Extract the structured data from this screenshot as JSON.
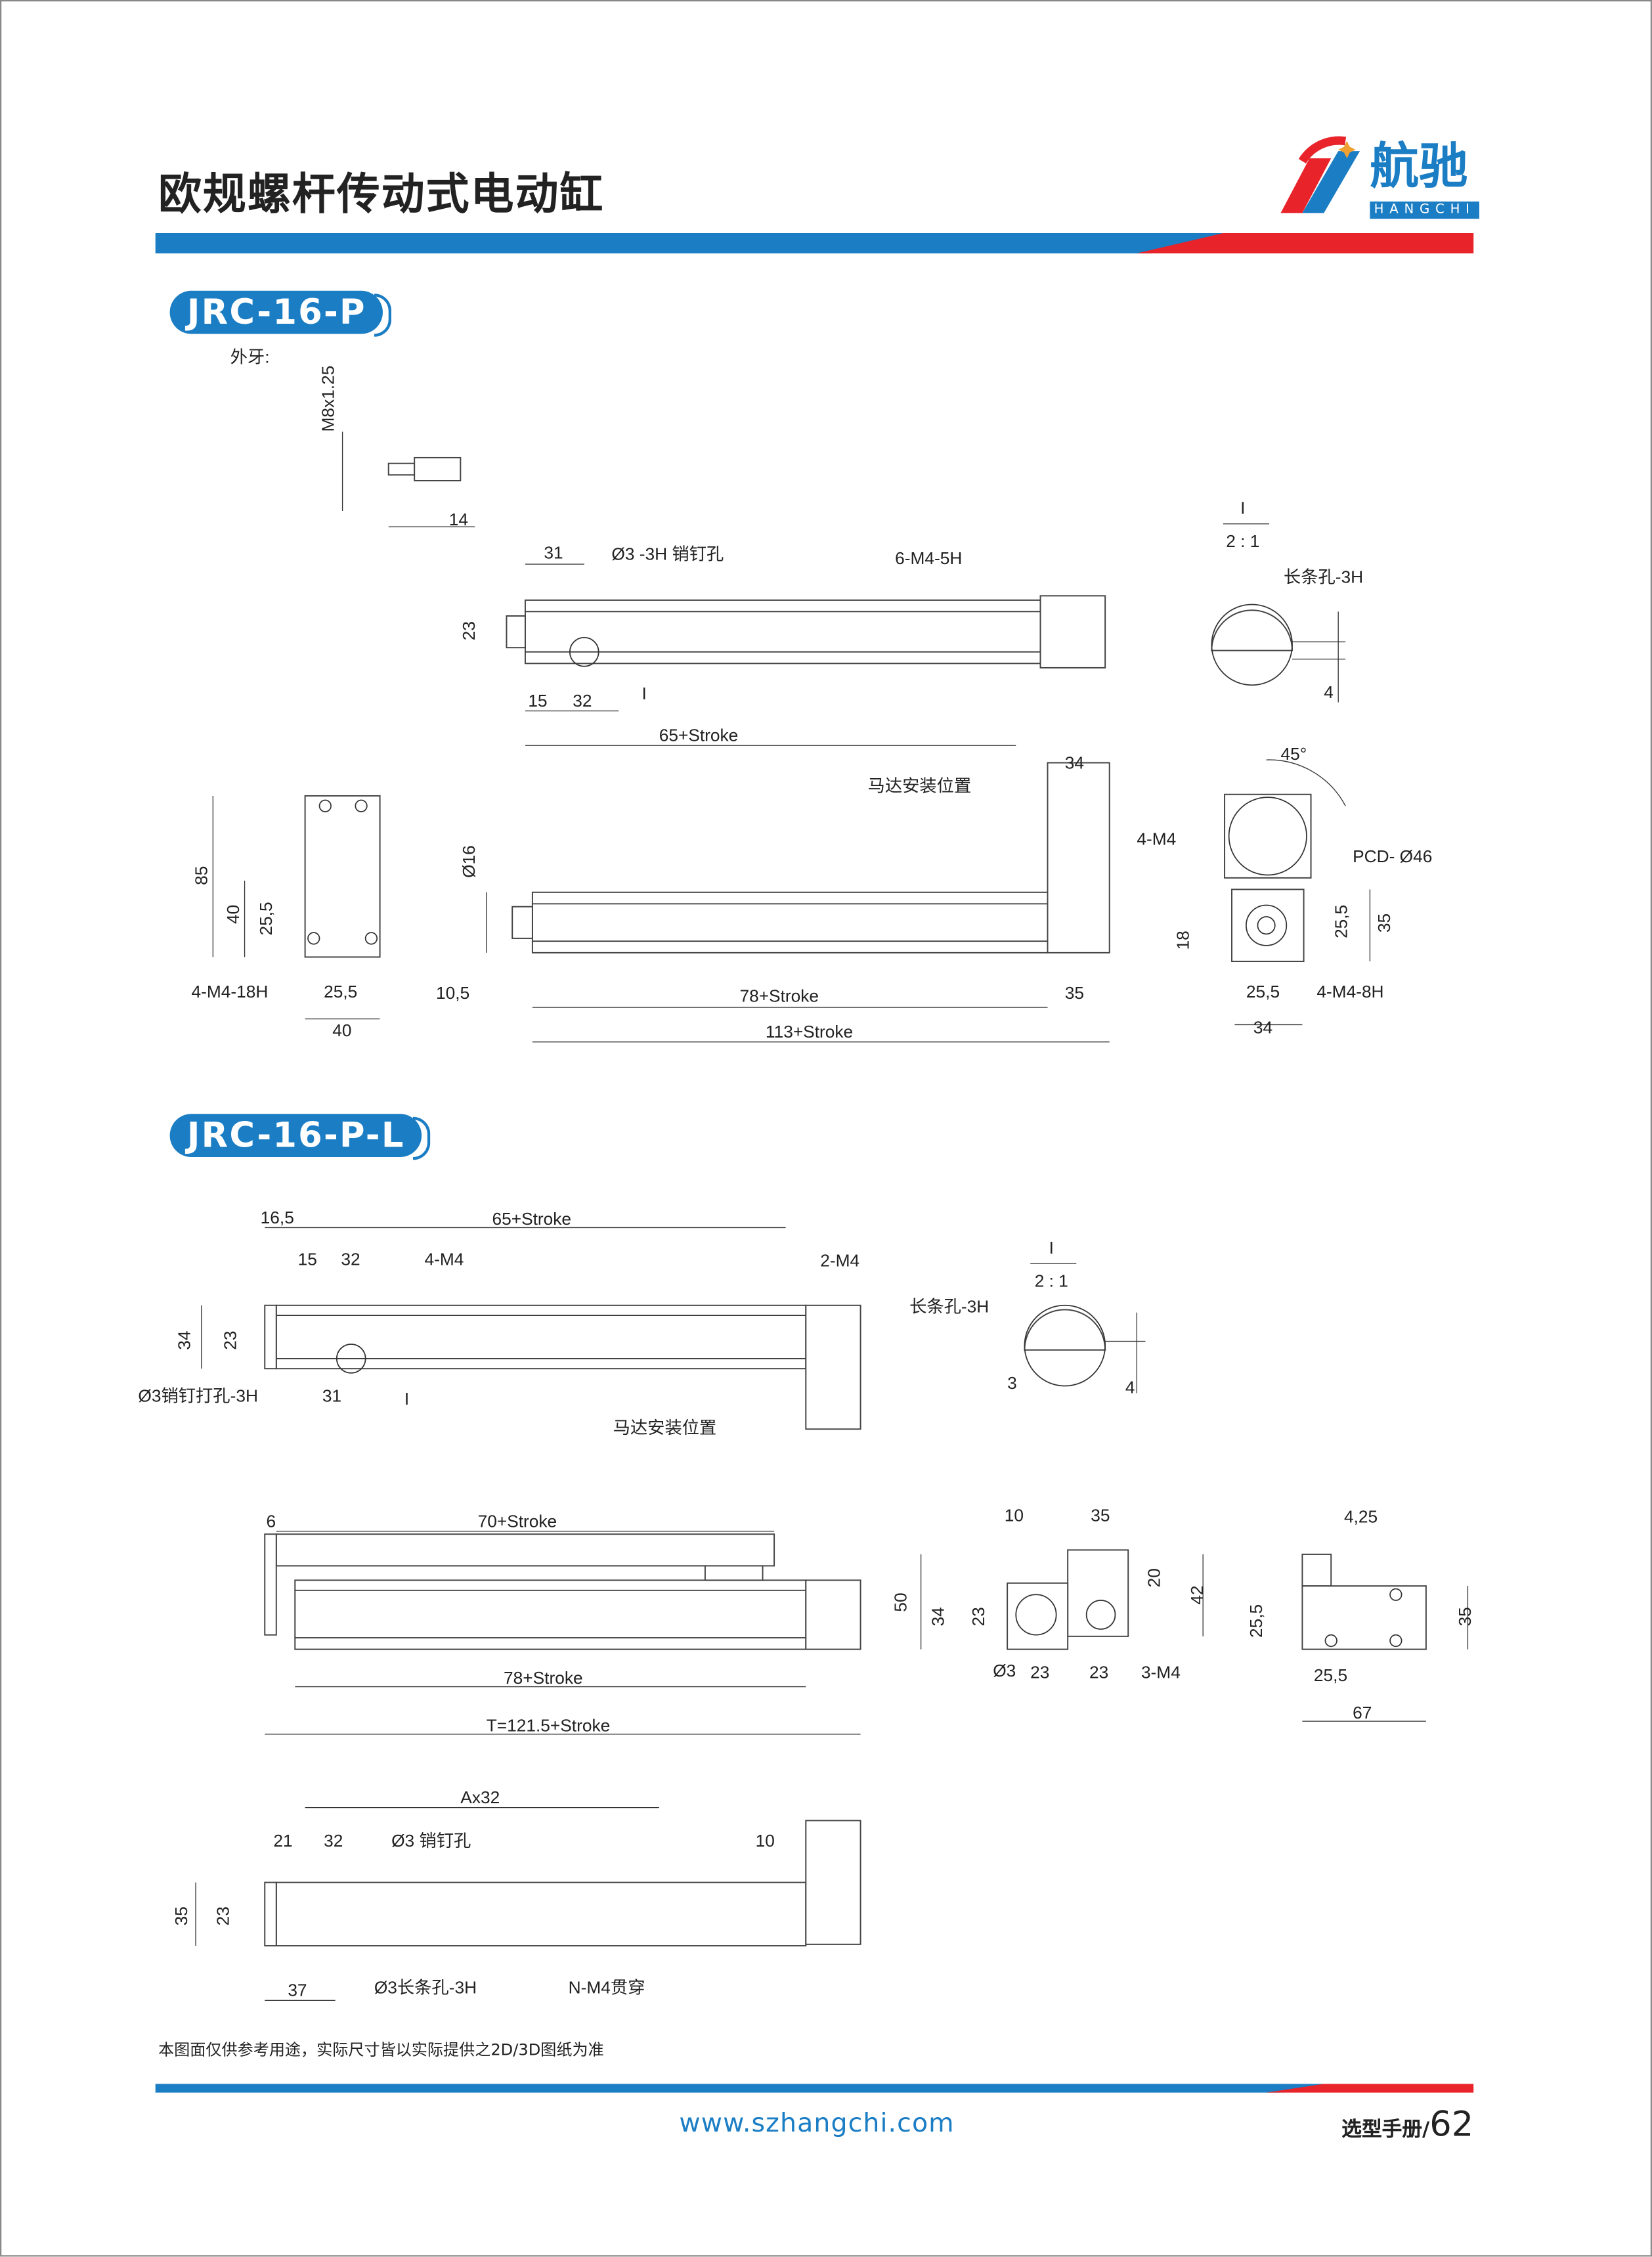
{
  "header": {
    "title": "欧规螺杆传动式电动缸",
    "logo_cn": "航驰",
    "logo_en": "HANGCHI",
    "colors": {
      "blue": "#1b7dc4",
      "red": "#e8232a"
    }
  },
  "sections": [
    {
      "tag": "JRC-16-P"
    },
    {
      "tag": "JRC-16-P-L"
    }
  ],
  "drawings": {
    "jrc16p": {
      "labels": [
        "外牙:",
        "M8x1.25",
        "14",
        "31",
        "Ø3 -3H 销钉孔",
        "6-M4-5H",
        "23",
        "15",
        "32",
        "I",
        "65+Stroke",
        "I",
        "2 : 1",
        "长条孔-3H",
        "4",
        "34",
        "马达安装位置",
        "85",
        "40",
        "25,5",
        "4-M4-18H",
        "25,5",
        "40",
        "Ø16",
        "10,5",
        "78+Stroke",
        "35",
        "113+Stroke",
        "45°",
        "4-M4",
        "PCD- Ø46",
        "18",
        "25,5",
        "35",
        "25,5",
        "4-M4-8H",
        "34"
      ]
    },
    "jrc16pl": {
      "labels": [
        "16,5",
        "65+Stroke",
        "15",
        "32",
        "4-M4",
        "2-M4",
        "34",
        "23",
        "Ø3销钉打孔-3H",
        "31",
        "I",
        "马达安装位置",
        "I",
        "2 : 1",
        "长条孔-3H",
        "3",
        "4",
        "6",
        "70+Stroke",
        "78+Stroke",
        "T=121.5+Stroke",
        "10",
        "35",
        "50",
        "34",
        "23",
        "20",
        "42",
        "Ø3",
        "23",
        "23",
        "3-M4",
        "4,25",
        "25,5",
        "35",
        "25,5",
        "67",
        "Ax32",
        "21",
        "32",
        "Ø3 销钉孔",
        "10",
        "35",
        "23",
        "37",
        "Ø3长条孔-3H",
        "N-M4贯穿"
      ]
    }
  },
  "footer": {
    "note": "本图面仅供参考用途，实际尺寸皆以实际提供之2D/3D图纸为准",
    "url": "www.szhangchi.com",
    "manual": "选型手册/",
    "page": "62"
  }
}
